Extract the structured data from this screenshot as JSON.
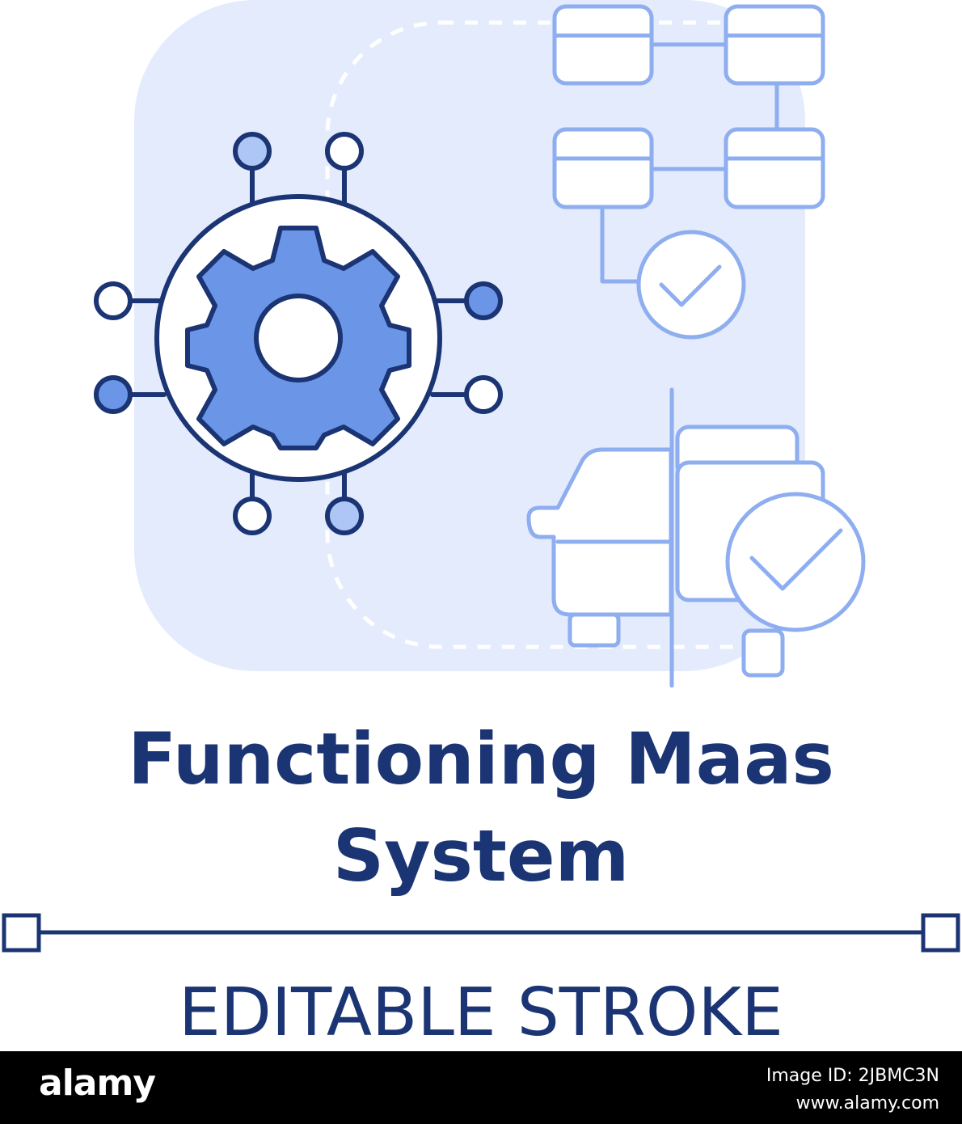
{
  "title": {
    "line1": "Functioning Maas",
    "line2": "System"
  },
  "caption": "EDITABLE STROKE",
  "footer": {
    "brand": "alamy",
    "image_id": "Image ID: 2JBMC3N",
    "site": "www.alamy.com"
  },
  "watermark": "alamy",
  "colors": {
    "dark_blue": "#1b3473",
    "mid_blue": "#6b95e6",
    "light_blue": "#8eaef0",
    "panel_blue": "#e3ebfd",
    "background": "#ffffff",
    "footer_bg": "#000000"
  },
  "icons": [
    "gear-icon",
    "network-nodes-icon",
    "flowchart-icon",
    "checkmark-circle-icon",
    "car-icon"
  ]
}
